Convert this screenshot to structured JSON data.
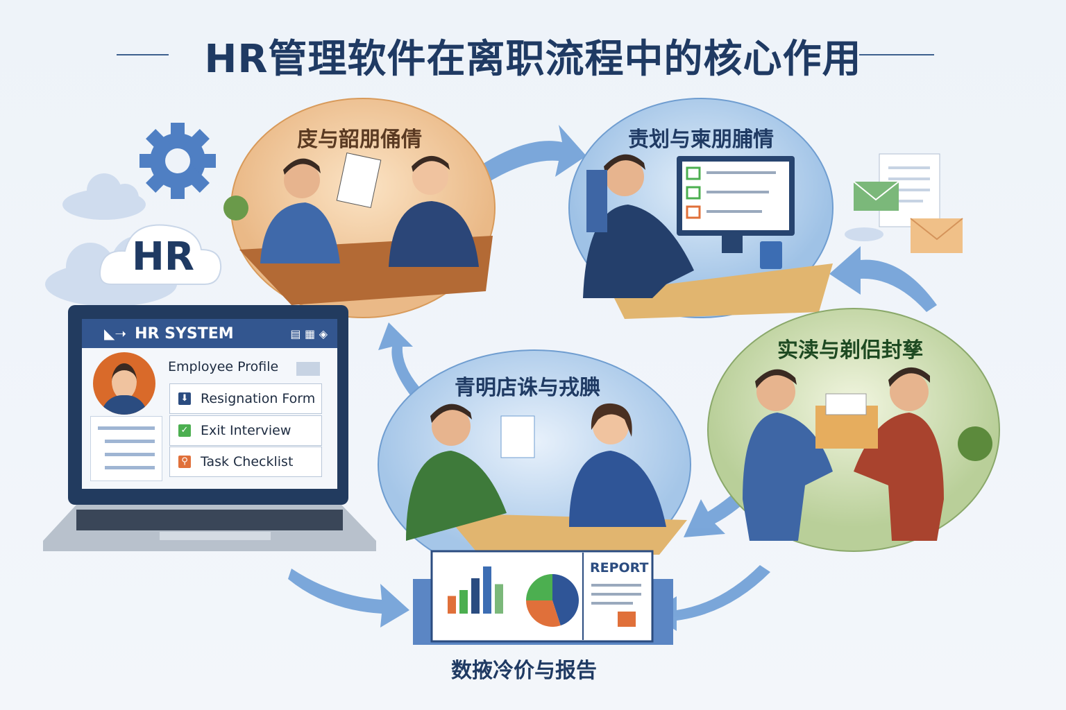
{
  "title": "HR管理软件在离职流程中的核心作用",
  "stages": [
    {
      "label": "庋与韶朋俑倩",
      "color": "#5a3a22"
    },
    {
      "label": "责划与柬朋脯情",
      "color": "#1f3a63"
    },
    {
      "label": "青明店诛与戎腆",
      "color": "#1f3a63"
    },
    {
      "label": "实渎与剃侣封孳",
      "color": "#1e4a22"
    }
  ],
  "bottom_label": "数掖冷价与报告",
  "cloud_badge": "HR",
  "laptop": {
    "header": "HR SYSTEM",
    "profile_label": "Employee Profile",
    "menu": [
      {
        "label": "Resignation Form",
        "icon": "download-icon",
        "color": "#2b4c80"
      },
      {
        "label": "Exit Interview",
        "icon": "checkbox-icon",
        "color": "#4caf50"
      },
      {
        "label": "Task Checklist",
        "icon": "search-icon",
        "color": "#e0703a"
      }
    ]
  },
  "report": {
    "label": "REPORT",
    "bars": [
      3,
      4,
      6,
      8,
      5
    ],
    "pie": [
      45,
      30,
      25
    ]
  },
  "colors": {
    "accent": "#33568f",
    "arrow": "#5b8fcf",
    "green": "#4caf50",
    "orange": "#e0703a"
  }
}
